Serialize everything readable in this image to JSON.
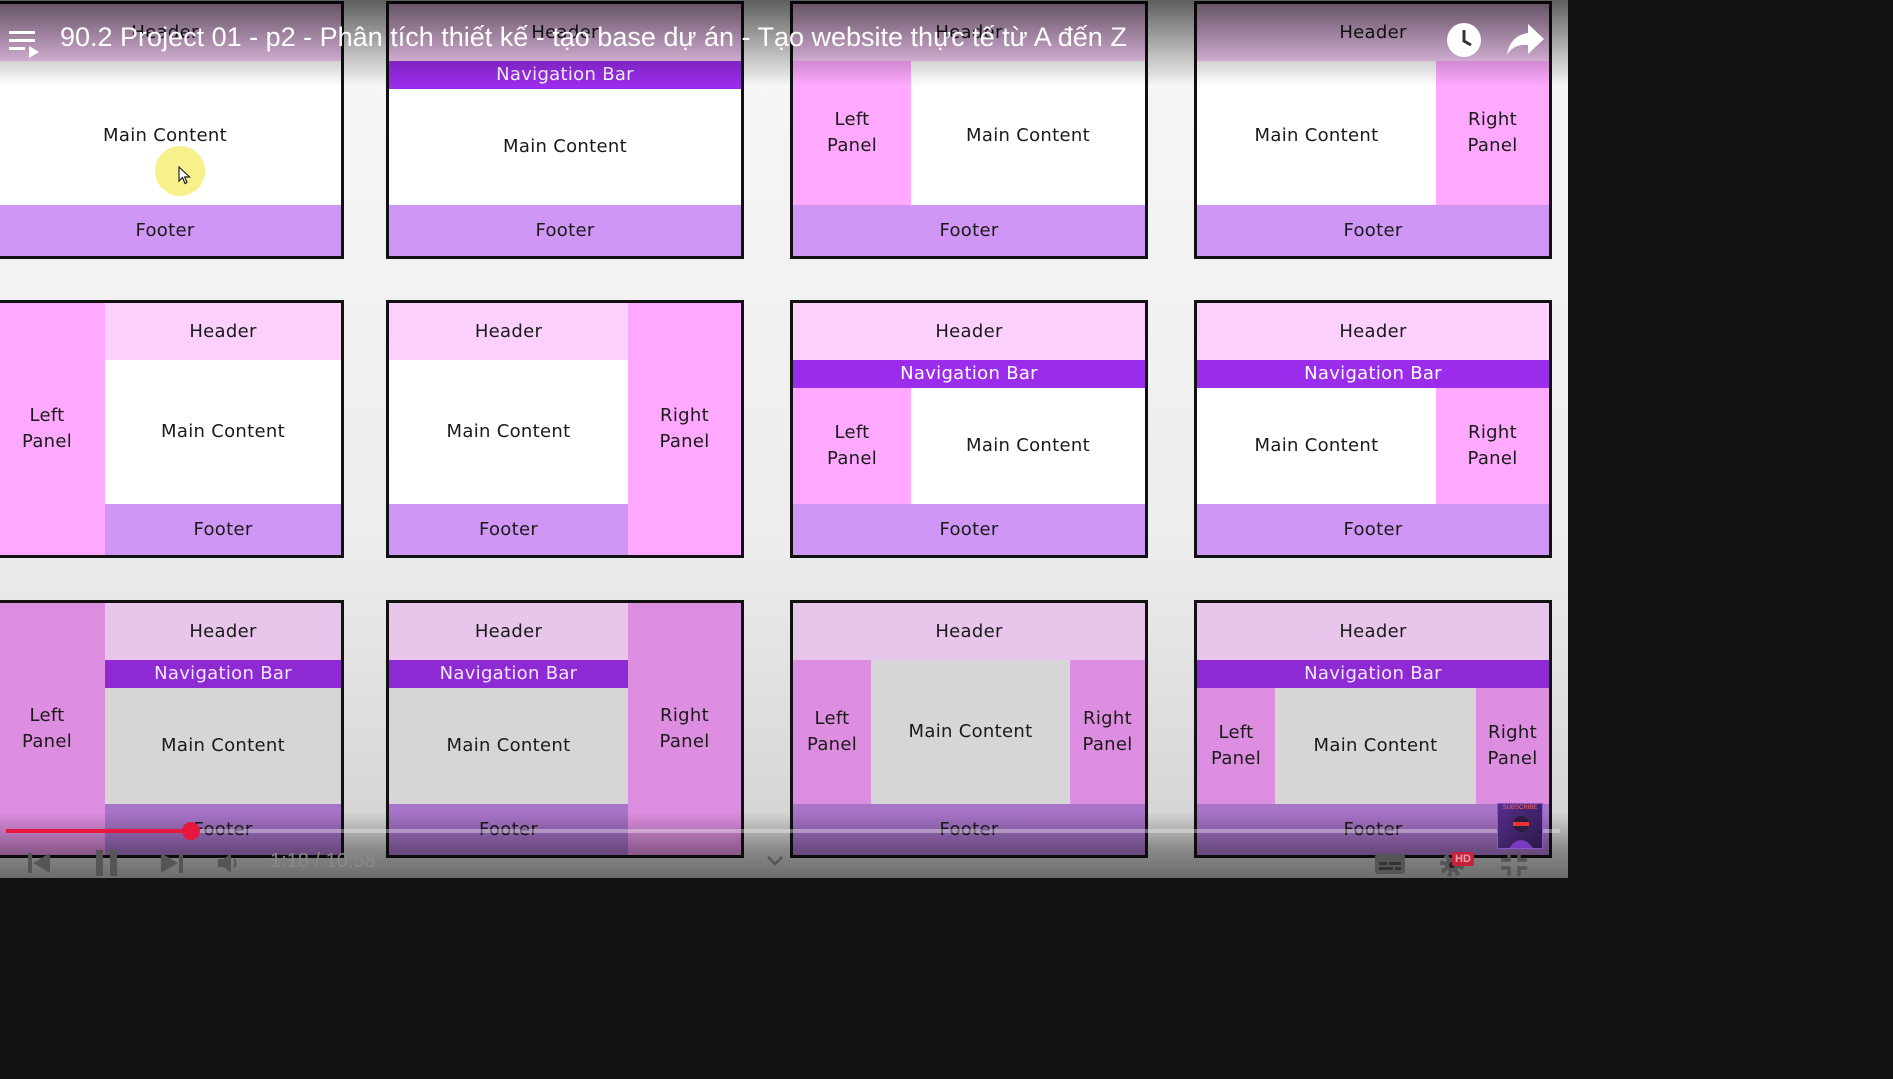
{
  "video": {
    "title": "90.2 Project 01 - p2 - Phân tích thiết kế - tạo base dự án - Tạo website thực tế từ A đến Z",
    "time_current": "1:18",
    "time_separator": " / ",
    "time_total": "10:58",
    "progress_fraction": 0.119,
    "quality_badge": "HD",
    "channel_badge": "SUBSCRIBE"
  },
  "labels": {
    "header": "Header",
    "nav": "Navigation Bar",
    "main": "Main Content",
    "footer": "Footer",
    "left_line1": "Left",
    "left_line2": "Panel",
    "right_line1": "Right",
    "right_line2": "Panel"
  },
  "icons": {
    "playlist": "playlist-icon",
    "watch_later": "clock-icon",
    "share": "share-icon",
    "previous": "skip-previous-icon",
    "pause": "pause-icon",
    "next": "skip-next-icon",
    "volume": "volume-icon",
    "chevron": "chevron-down-icon",
    "captions": "captions-icon",
    "settings": "gear-icon",
    "fullscreen": "exit-fullscreen-icon"
  },
  "colors": {
    "progress": "#e6183d",
    "nav_bar": "#9b2cec",
    "header_block": "#fcd0fc",
    "panel_block": "#ffa8ff",
    "footer_block": "#cf96f6"
  }
}
